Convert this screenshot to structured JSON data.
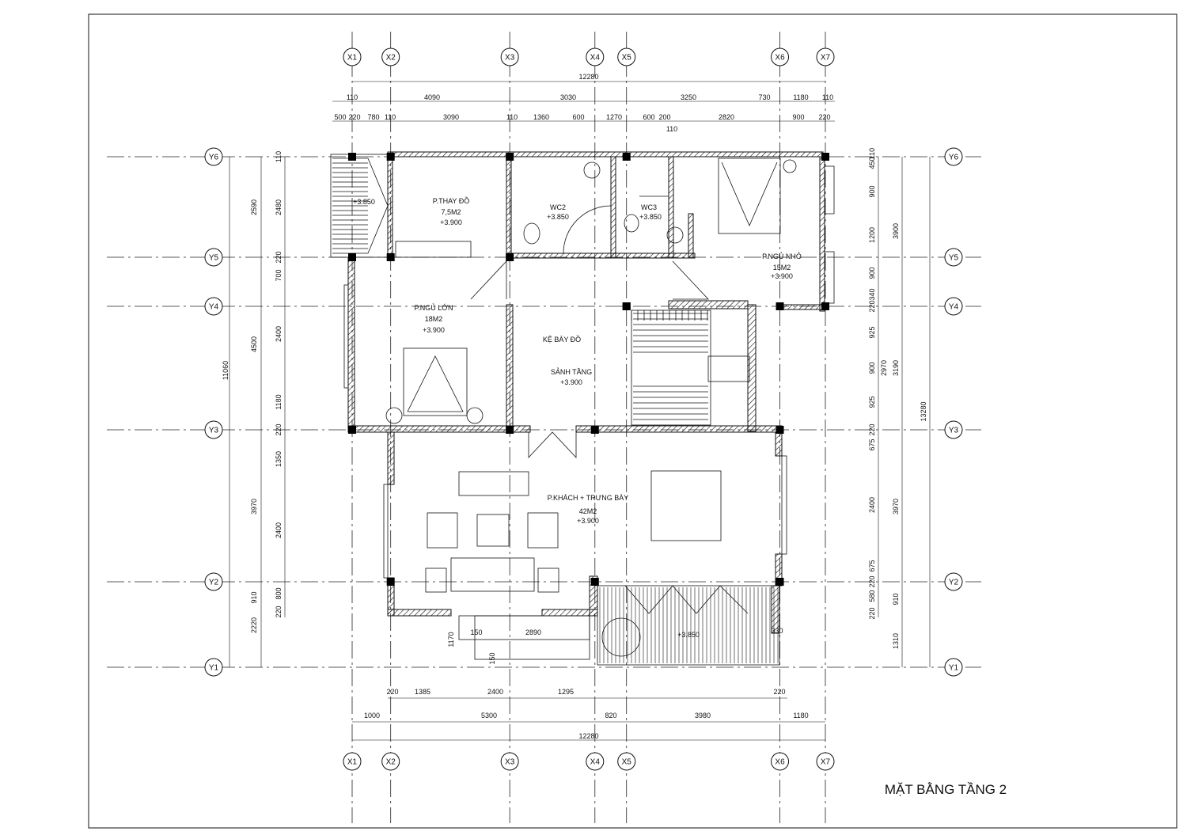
{
  "drawing_title": "MẶT BẰNG TẦNG 2",
  "axes": {
    "x": [
      {
        "label": "X1",
        "value": 0
      },
      {
        "label": "X2",
        "value": 1000
      },
      {
        "label": "X3",
        "value": 4090
      },
      {
        "label": "X4",
        "value": 6300
      },
      {
        "label": "X5",
        "value": 7120
      },
      {
        "label": "X6",
        "value": 11100
      },
      {
        "label": "X7",
        "value": 12280
      }
    ],
    "y": [
      {
        "label": "Y6"
      },
      {
        "label": "Y5"
      },
      {
        "label": "Y4"
      },
      {
        "label": "Y3"
      },
      {
        "label": "Y2"
      },
      {
        "label": "Y1"
      }
    ]
  },
  "dims_top": {
    "overall": "12280",
    "row1": [
      "110",
      "4090",
      "3030",
      "3250",
      "730",
      "1180",
      "110"
    ],
    "row2": [
      "500",
      "220",
      "780",
      "110",
      "3090",
      "110",
      "1360",
      "600",
      "1270",
      "600",
      "200",
      "2820",
      "900",
      "220"
    ],
    "extra": "110"
  },
  "dims_bottom": {
    "overall": "12280",
    "row1": [
      "1000",
      "5300",
      "820",
      "3980",
      "1180"
    ],
    "row2": [
      "220",
      "1385",
      "2400",
      "1295",
      "220"
    ]
  },
  "dims_left": {
    "overall": "11060",
    "row_a": [
      "2590",
      "4500",
      "3970",
      "2220"
    ],
    "row_b": [
      "110",
      "2480",
      "220",
      "700",
      "2400",
      "1180",
      "220",
      "1350",
      "2400",
      "910",
      "800",
      "220"
    ]
  },
  "dims_right": {
    "overall": "13280",
    "row_a": [
      "3900",
      "3190",
      "3970",
      "910",
      "1310"
    ],
    "row_b": [
      "450",
      "110",
      "900",
      "1200",
      "900",
      "340",
      "220",
      "925",
      "900",
      "925",
      "2970",
      "220",
      "675",
      "2400",
      "675",
      "220",
      "580",
      "220"
    ]
  },
  "dims_misc": [
    "1170",
    "150",
    "2890",
    "150",
    "330"
  ],
  "rooms": [
    {
      "name": "P.THAY ĐỒ",
      "area": "7,5M2",
      "level": "+3.900"
    },
    {
      "name": "WC2",
      "level": "+3.850"
    },
    {
      "name": "WC3",
      "level": "+3.850"
    },
    {
      "name": "P.NGỦ NHỎ",
      "area": "15M2",
      "level": "+3.900"
    },
    {
      "name": "P.NGỦ LỚN",
      "area": "18M2",
      "level": "+3.900"
    },
    {
      "name": "KỆ BÀY ĐỒ"
    },
    {
      "name": "SẢNH TẦNG",
      "level": "+3.900"
    },
    {
      "name": "P.KHÁCH + TRƯNG BÀY",
      "area": "42M2",
      "level": "+3.900"
    }
  ],
  "levels_misc": [
    "+3.850",
    "+3.850"
  ]
}
